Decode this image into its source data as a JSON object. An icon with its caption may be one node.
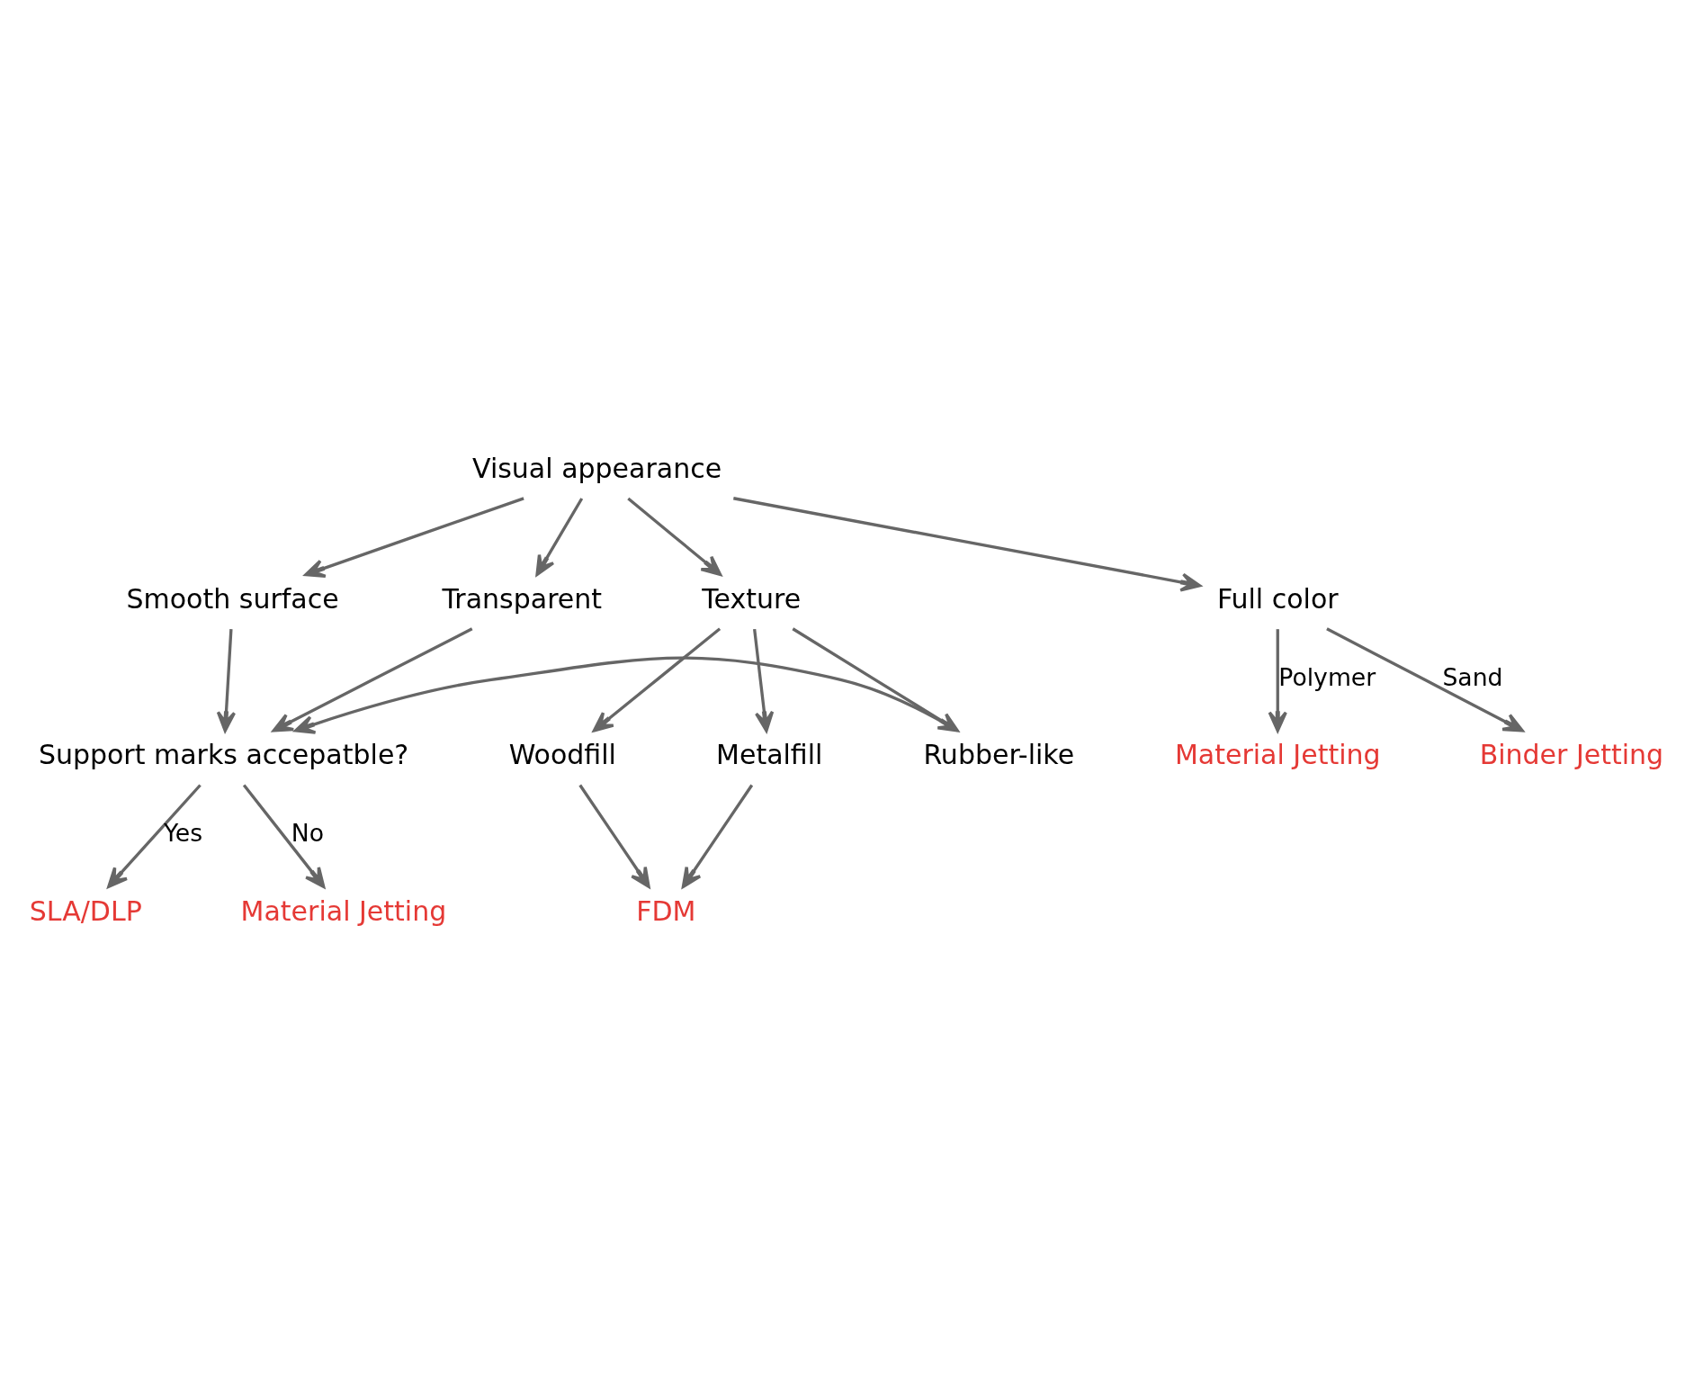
{
  "diagram": {
    "nodes": [
      {
        "text": [
          "Visual appearance"
        ]
      },
      {
        "text": [
          "Smooth surface"
        ]
      },
      {
        "text": [
          "Transparent"
        ]
      },
      {
        "text": [
          "Texture"
        ]
      },
      {
        "text": [
          "Full color"
        ]
      },
      {
        "text": [
          "Support marks accepatble?"
        ]
      },
      {
        "text": [
          "SLA/DLP"
        ]
      },
      {
        "text": [
          "Material Jetting"
        ]
      },
      {
        "text": [
          "Material Jetting"
        ]
      },
      {
        "text": [
          "Binder Jetting"
        ]
      },
      {
        "text": [
          "Woodfill"
        ]
      },
      {
        "text": [
          "Metalfill"
        ]
      },
      {
        "text": [
          "Rubber-like"
        ]
      },
      {
        "text": [
          "FDM"
        ]
      }
    ],
    "edges": [
      {
        "from": 0,
        "to": 1,
        "arrow": "to"
      },
      {
        "from": 0,
        "to": 2,
        "arrow": "to"
      },
      {
        "from": 0,
        "to": 3,
        "arrow": "to"
      },
      {
        "from": 0,
        "to": 4,
        "arrow": "to"
      },
      {
        "from": 1,
        "to": 5,
        "arrow": "to"
      },
      {
        "from": 2,
        "to": 5,
        "arrow": "to"
      },
      {
        "from": 5,
        "to": 6,
        "arrow": "to",
        "label": "Yes"
      },
      {
        "from": 5,
        "to": 7,
        "arrow": "to",
        "label": "No"
      },
      {
        "from": 4,
        "to": 8,
        "arrow": "to",
        "label": "Polymer"
      },
      {
        "from": 4,
        "to": 9,
        "arrow": "to",
        "label": "Sand"
      },
      {
        "from": 3,
        "to": 10,
        "arrow": "to"
      },
      {
        "from": 3,
        "to": 11,
        "arrow": "to"
      },
      {
        "from": 3,
        "to": 12,
        "arrow": "to"
      },
      {
        "from": 10,
        "to": 13,
        "arrow": "to"
      },
      {
        "from": 11,
        "to": 13,
        "arrow": "to"
      },
      {
        "from": 12,
        "to": 5,
        "arrow": "to"
      }
    ]
  }
}
